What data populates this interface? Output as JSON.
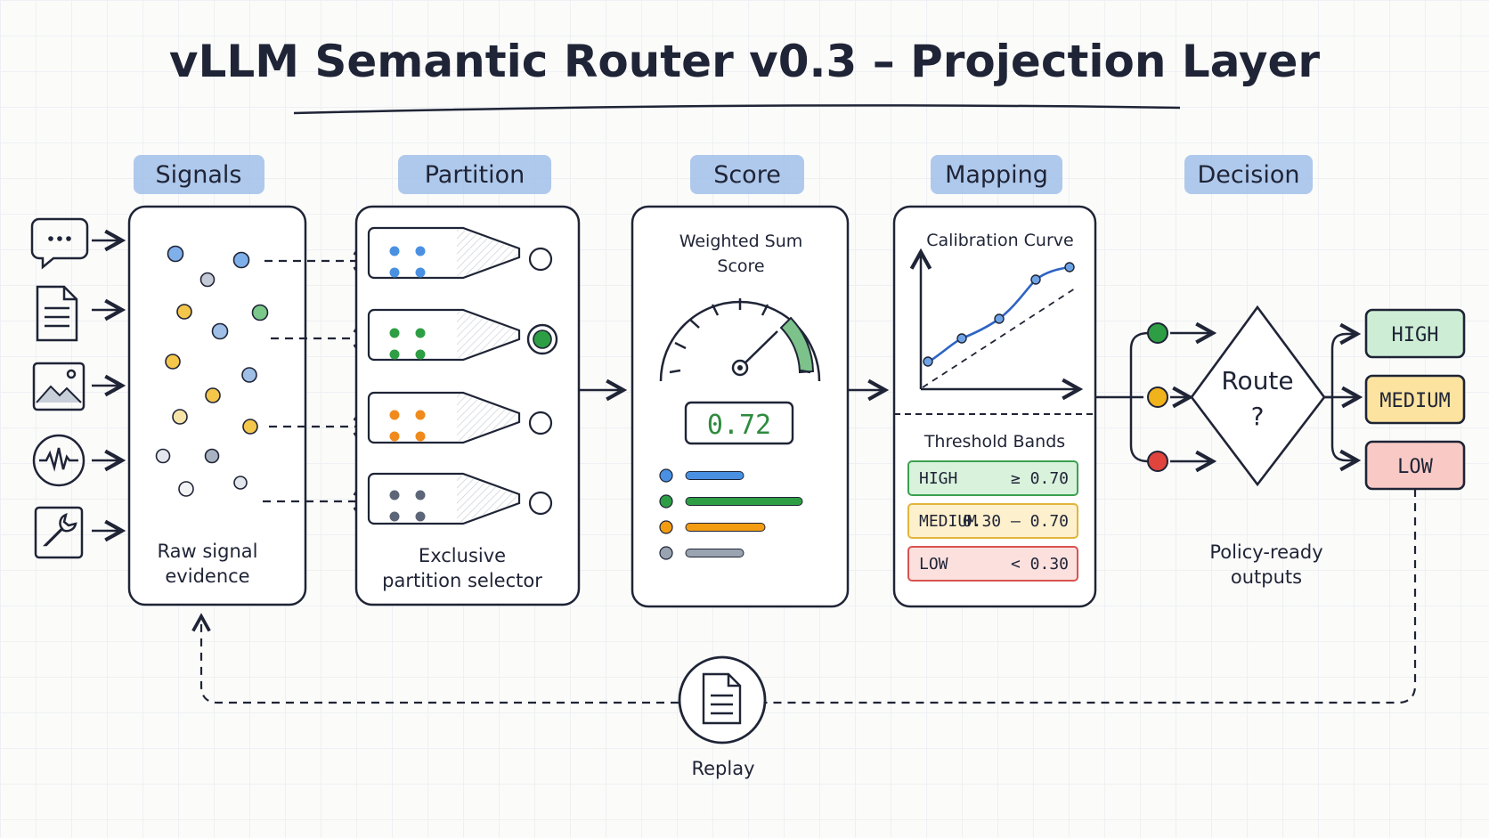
{
  "title": "vLLM Semantic Router v0.3 – Projection Layer",
  "stages": {
    "signals": "Signals",
    "partition": "Partition",
    "score": "Score",
    "mapping": "Mapping",
    "decision": "Decision"
  },
  "signals_panel": {
    "caption_line1": "Raw signal",
    "caption_line2": "evidence",
    "input_icons": [
      "chat-bubble-icon",
      "document-icon",
      "image-icon",
      "waveform-icon",
      "wrench-icon"
    ]
  },
  "partition_panel": {
    "caption_line1": "Exclusive",
    "caption_line2": "partition selector",
    "selected_index": 1
  },
  "score_panel": {
    "heading_line1": "Weighted Sum",
    "heading_line2": "Score",
    "value": "0.72",
    "bars": [
      {
        "color": "#4a90e2",
        "fraction": 0.42
      },
      {
        "color": "#2e9e44",
        "fraction": 0.85
      },
      {
        "color": "#f39c12",
        "fraction": 0.58
      },
      {
        "color": "#9aa3b0",
        "fraction": 0.42
      }
    ]
  },
  "mapping_panel": {
    "curve_label": "Calibration Curve",
    "bands_label": "Threshold Bands",
    "bands": [
      {
        "label": "HIGH",
        "range": "≥ 0.70",
        "fill": "#d9f2dc",
        "stroke": "#3aa14f"
      },
      {
        "label": "MEDIUM",
        "range": "0.30 – 0.70",
        "fill": "#fdf0cc",
        "stroke": "#e2b43a"
      },
      {
        "label": "LOW",
        "range": "< 0.30",
        "fill": "#fbe0de",
        "stroke": "#d9534f"
      }
    ]
  },
  "decision_panel": {
    "route_line1": "Route",
    "route_line2": "?",
    "caption_line1": "Policy-ready",
    "caption_line2": "outputs",
    "outputs": [
      {
        "label": "HIGH",
        "fill": "#cdeed5",
        "stroke": "#1f2436",
        "dot": "#2e9e44"
      },
      {
        "label": "MEDIUM",
        "fill": "#fde3a0",
        "stroke": "#1f2436",
        "dot": "#f1b31c"
      },
      {
        "label": "LOW",
        "fill": "#f9c9c5",
        "stroke": "#1f2436",
        "dot": "#e0443d"
      }
    ]
  },
  "replay": {
    "label": "Replay"
  },
  "colors": {
    "ink": "#1f2436",
    "blue": "#4a90e2",
    "green": "#2e9e44",
    "orange": "#f39c12",
    "gray": "#9aa3b0"
  }
}
